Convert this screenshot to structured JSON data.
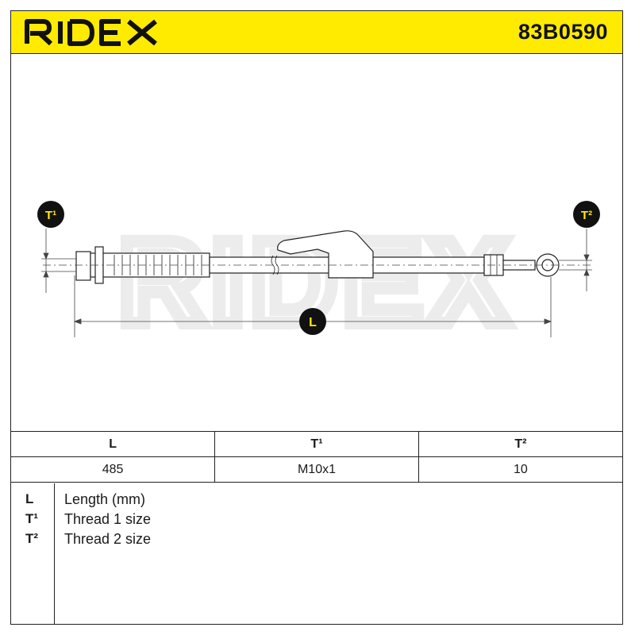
{
  "header": {
    "brand": "RIDEX",
    "part_number": "83B0590",
    "brand_color": "#ffeb00"
  },
  "drawing": {
    "t1_marker": "T¹",
    "t2_marker": "T²",
    "l_marker": "L",
    "watermark": "RIDEX"
  },
  "spec_table": {
    "headers": [
      "L",
      "T¹",
      "T²"
    ],
    "values": [
      "485",
      "M10x1",
      "10"
    ]
  },
  "legend": [
    {
      "symbol": "L",
      "description": "Length (mm)"
    },
    {
      "symbol": "T¹",
      "description": "Thread 1 size"
    },
    {
      "symbol": "T²",
      "description": "Thread 2 size"
    }
  ]
}
